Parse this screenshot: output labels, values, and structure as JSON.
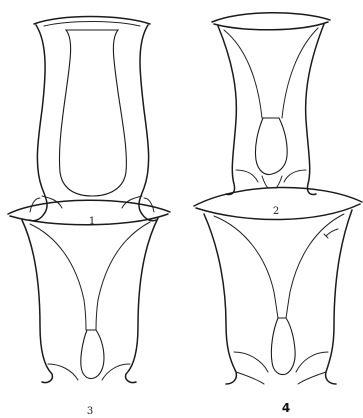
{
  "figure": {
    "panels": [
      {
        "id": "1",
        "label": "1"
      },
      {
        "id": "2",
        "label": "2"
      },
      {
        "id": "3",
        "label": "3"
      },
      {
        "id": "4",
        "label": "4"
      }
    ]
  }
}
